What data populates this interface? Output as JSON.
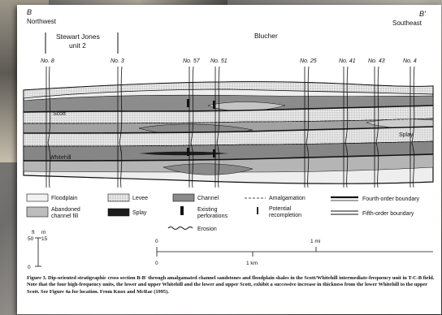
{
  "section": {
    "left_label": "B",
    "left_direction": "Northwest",
    "right_label": "B'",
    "right_direction": "Southeast",
    "stewart_jones": "Stewart Jones",
    "stewart_jones_unit": "unit 2",
    "blucher": "Blucher"
  },
  "wells": [
    {
      "label": "No. 8"
    },
    {
      "label": "No. 3"
    },
    {
      "label": "No. 57"
    },
    {
      "label": "No. 51"
    },
    {
      "label": "No. 25"
    },
    {
      "label": "No. 41"
    },
    {
      "label": "No. 43"
    },
    {
      "label": "No. 4"
    }
  ],
  "units": {
    "scott": "Scott",
    "whitehill": "Whitehill",
    "splay": "Splay"
  },
  "legend": {
    "floodplain": "Floodplain",
    "abandoned_1": "Abandoned",
    "abandoned_2": "channel fill",
    "levee": "Levee",
    "splay": "Splay",
    "channel": "Channel",
    "perforations_1": "Existing",
    "perforations_2": "perforations",
    "amalgamation": "Amalgamation",
    "recompletion_1": "Potential",
    "recompletion_2": "recompletion",
    "fourth_order": "Fourth-order boundary",
    "fifth_order": "Fifth-order boundary",
    "erosion": "Erosion"
  },
  "scale": {
    "ft_label": "ft",
    "m_label": "m",
    "ft_value": "50",
    "m_value": "15",
    "zero": "0",
    "mi_zero": "0",
    "mi_label": "1 mi",
    "km_zero": "0",
    "km_label": "1 km"
  },
  "caption": "Figure 3. Dip-oriented stratigraphic cross section B-B' through amalgamated channel sandstones and floodplain shales in the Scott/Whitehill intermediate-frequency unit in T-C-B field. Note that the four high-frequency units, the lower and upper Whitehill and the lower and upper Scott, exhibit a successive increase in thickness from the lower Whitehill to the upper Scott. See Figure 4a for location. From Knox and McRae (1995).",
  "colors": {
    "channel": "#8a8a8a",
    "abandoned": "#bdbdbd",
    "levee": "#dcdcdc",
    "splay": "#1c1c1c",
    "floodplain": "#f2f2f2"
  }
}
